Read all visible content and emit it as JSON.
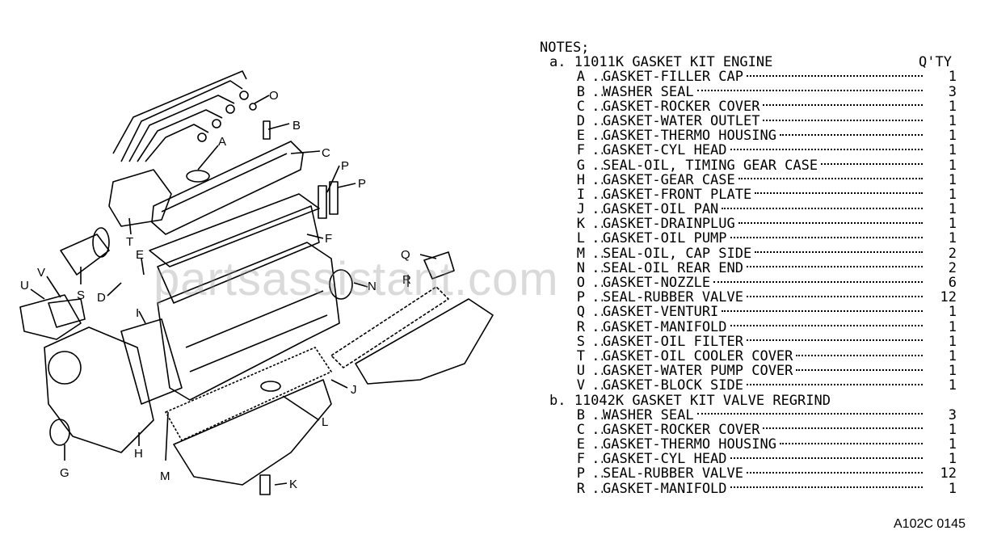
{
  "notes_title": "NOTES;",
  "qty_header": "Q'TY",
  "sections": [
    {
      "label": "a. 11011K GASKET KIT ENGINE",
      "items": [
        {
          "key": "A",
          "name": "GASKET-FILLER CAP",
          "qty": "1"
        },
        {
          "key": "B",
          "name": "WASHER SEAL",
          "qty": "3"
        },
        {
          "key": "C",
          "name": "GASKET-ROCKER COVER",
          "qty": "1"
        },
        {
          "key": "D",
          "name": "GASKET-WATER OUTLET",
          "qty": "1"
        },
        {
          "key": "E",
          "name": "GASKET-THERMO HOUSING",
          "qty": "1"
        },
        {
          "key": "F",
          "name": "GASKET-CYL HEAD",
          "qty": "1"
        },
        {
          "key": "G",
          "name": "SEAL-OIL, TIMING GEAR CASE",
          "qty": "1"
        },
        {
          "key": "H",
          "name": "GASKET-GEAR CASE",
          "qty": "1"
        },
        {
          "key": "I",
          "name": "GASKET-FRONT PLATE",
          "qty": "1"
        },
        {
          "key": "J",
          "name": "GASKET-OIL PAN",
          "qty": "1"
        },
        {
          "key": "K",
          "name": "GASKET-DRAINPLUG",
          "qty": "1"
        },
        {
          "key": "L",
          "name": "GASKET-OIL PUMP",
          "qty": "1"
        },
        {
          "key": "M",
          "name": "SEAL-OIL, CAP SIDE",
          "qty": "2"
        },
        {
          "key": "N",
          "name": "SEAL-OIL REAR END",
          "qty": "2"
        },
        {
          "key": "O",
          "name": "GASKET-NOZZLE",
          "qty": "6"
        },
        {
          "key": "P",
          "name": "SEAL-RUBBER VALVE",
          "qty": "12"
        },
        {
          "key": "Q",
          "name": "GASKET-VENTURI",
          "qty": "1"
        },
        {
          "key": "R",
          "name": "GASKET-MANIFOLD",
          "qty": "1"
        },
        {
          "key": "S",
          "name": "GASKET-OIL FILTER",
          "qty": "1"
        },
        {
          "key": "T",
          "name": "GASKET-OIL COOLER COVER",
          "qty": "1"
        },
        {
          "key": "U",
          "name": "GASKET-WATER PUMP COVER",
          "qty": "1"
        },
        {
          "key": "V",
          "name": "GASKET-BLOCK SIDE",
          "qty": "1"
        }
      ]
    },
    {
      "label": "b. 11042K GASKET KIT VALVE REGRIND",
      "items": [
        {
          "key": "B",
          "name": "WASHER SEAL",
          "qty": "3"
        },
        {
          "key": "C",
          "name": "GASKET-ROCKER COVER",
          "qty": "1"
        },
        {
          "key": "E",
          "name": "GASKET-THERMO HOUSING",
          "qty": "1"
        },
        {
          "key": "F",
          "name": "GASKET-CYL HEAD",
          "qty": "1"
        },
        {
          "key": "P",
          "name": "SEAL-RUBBER VALVE",
          "qty": "12"
        },
        {
          "key": "R",
          "name": "GASKET-MANIFOLD",
          "qty": "1"
        }
      ]
    }
  ],
  "diagram_callouts": [
    "O",
    "B",
    "A",
    "C",
    "P",
    "P",
    "F",
    "Q",
    "R",
    "N",
    "E",
    "D",
    "S",
    "T",
    "U",
    "V",
    "I",
    "J",
    "L",
    "K",
    "H",
    "G",
    "M"
  ],
  "watermark": "partsassistant.com",
  "drawing_code": "A102C 0145"
}
